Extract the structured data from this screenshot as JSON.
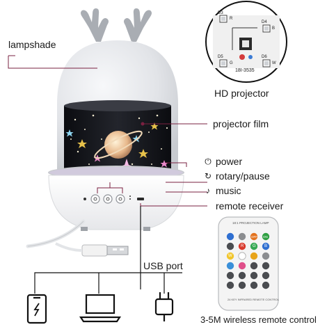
{
  "labels": {
    "lampshade": "lampshade",
    "hd_projector": "HD projector",
    "projector_film": "projector film",
    "power": "power",
    "rotary_pause": "rotary/pause",
    "music": "music",
    "remote_receiver": "remote receiver",
    "usb_port": "USB port",
    "remote_range": "3-5M wireless remote control"
  },
  "projector_board": {
    "d3": "D3",
    "d4": "D4",
    "d5": "D5",
    "d6": "D6",
    "r": "R",
    "g": "G",
    "b": "B",
    "w": "W",
    "model": "18I-3535"
  },
  "remote": {
    "header": "18:1 PROJECTION LAMP",
    "footer": "24 KEY INFRARED REMOTE CONTROL",
    "btn_off": "OFF",
    "btn_on": "ON",
    "btn_r": "R",
    "btn_g": "G",
    "btn_b": "B",
    "btn_w": "W"
  },
  "colors": {
    "leader_line": "#7a2040",
    "dark_line": "#111111",
    "lamp_body": "#e4e6ea",
    "film_bg": "#15161b",
    "remote_body": "#f4f4f4"
  },
  "icons": [
    "power-icon",
    "rotary-icon",
    "music-note-icon",
    "phone-icon",
    "laptop-icon",
    "wall-plug-icon",
    "usb-plug-icon"
  ]
}
